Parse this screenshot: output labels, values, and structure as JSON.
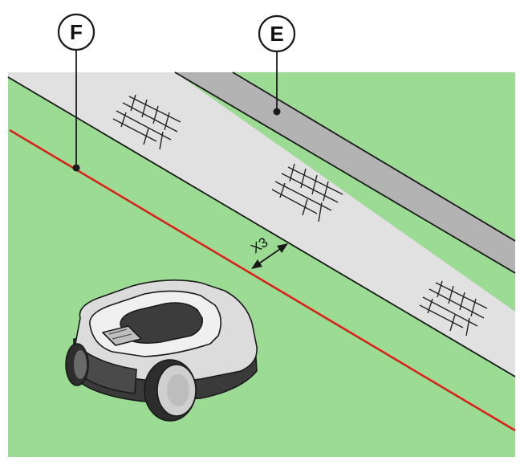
{
  "callouts": {
    "wire": {
      "label": "F"
    },
    "edge": {
      "label": "E"
    }
  },
  "dimension": {
    "label": "X3"
  },
  "colors": {
    "lawn": "#9bdb94",
    "pavement": "#e1e1e1",
    "curb": "#b3b3b3",
    "boundary_wire": "#d8231b",
    "outline": "#1a1a1a",
    "mower_body": "#dcdcdc",
    "mower_dark": "#3a3a3a"
  }
}
